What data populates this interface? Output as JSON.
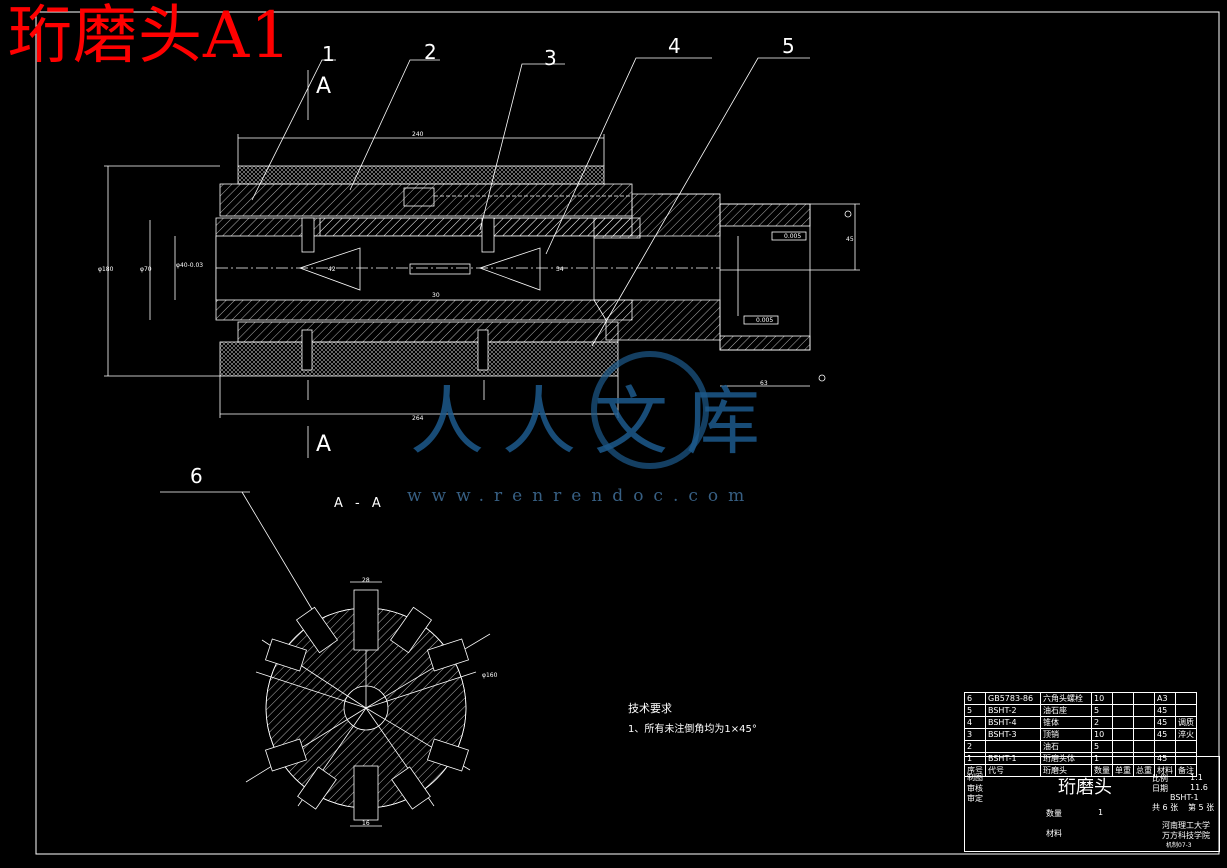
{
  "title": "珩磨头A1",
  "callouts": [
    "1",
    "2",
    "3",
    "4",
    "5",
    "6"
  ],
  "section_marks": {
    "top": "A",
    "bottom": "A",
    "view_label": "A - A"
  },
  "dimensions": {
    "overall_length_top": "240",
    "overall_length_bottom": "264",
    "right_width": "63",
    "right_height": "45",
    "d_large": "φ180",
    "d_mid": "φ70",
    "d_bore": "φ40-0.03",
    "taper": "42",
    "len34": "34",
    "x30": "30",
    "d_cut": "φ160",
    "slot_w": "28",
    "slot_w2": "16",
    "tol1": "0.005",
    "tol2": "0.005"
  },
  "tech_requirements": {
    "heading": "技术要求",
    "item1": "1、所有未注倒角均为1×45°"
  },
  "watermark": {
    "text": "人人文库",
    "url": "www.renrendoc.com"
  },
  "bom": {
    "rows": [
      {
        "no": "6",
        "code": "GB5783-86",
        "name": "六角头螺栓",
        "qty": "10",
        "unit": "",
        "total": "",
        "material": "A3",
        "note": ""
      },
      {
        "no": "5",
        "code": "BSHT-2",
        "name": "油石座",
        "qty": "5",
        "unit": "",
        "total": "",
        "material": "45",
        "note": ""
      },
      {
        "no": "4",
        "code": "BSHT-4",
        "name": "锥体",
        "qty": "2",
        "unit": "",
        "total": "",
        "material": "45",
        "note": "调质"
      },
      {
        "no": "3",
        "code": "BSHT-3",
        "name": "顶销",
        "qty": "10",
        "unit": "",
        "total": "",
        "material": "45",
        "note": "淬火"
      },
      {
        "no": "2",
        "code": "",
        "name": "油石",
        "qty": "5",
        "unit": "",
        "total": "",
        "material": "",
        "note": ""
      },
      {
        "no": "1",
        "code": "BSHT-1",
        "name": "珩磨头体",
        "qty": "1",
        "unit": "",
        "total": "",
        "material": "45",
        "note": ""
      }
    ],
    "header": {
      "no": "序号",
      "code": "代号",
      "name": "珩磨头",
      "qty": "数量",
      "unit": "单重",
      "total": "总重",
      "material": "材料",
      "note": "备注"
    }
  },
  "title_block": {
    "designer_label": "制图",
    "designer": "",
    "checker_label": "审核",
    "approver_label": "审定",
    "part_name": "珩磨头",
    "scale_label": "比例",
    "scale": "1:1",
    "date_label": "日期",
    "date": "11.6",
    "drawing_no": "BSHT-1",
    "sheets": "共 6 张",
    "sheet": "第 5 张",
    "qty_label": "数量",
    "qty": "1",
    "material_label": "材料",
    "school": "河南理工大学",
    "dept": "万方科技学院",
    "class": "机制07-3"
  }
}
